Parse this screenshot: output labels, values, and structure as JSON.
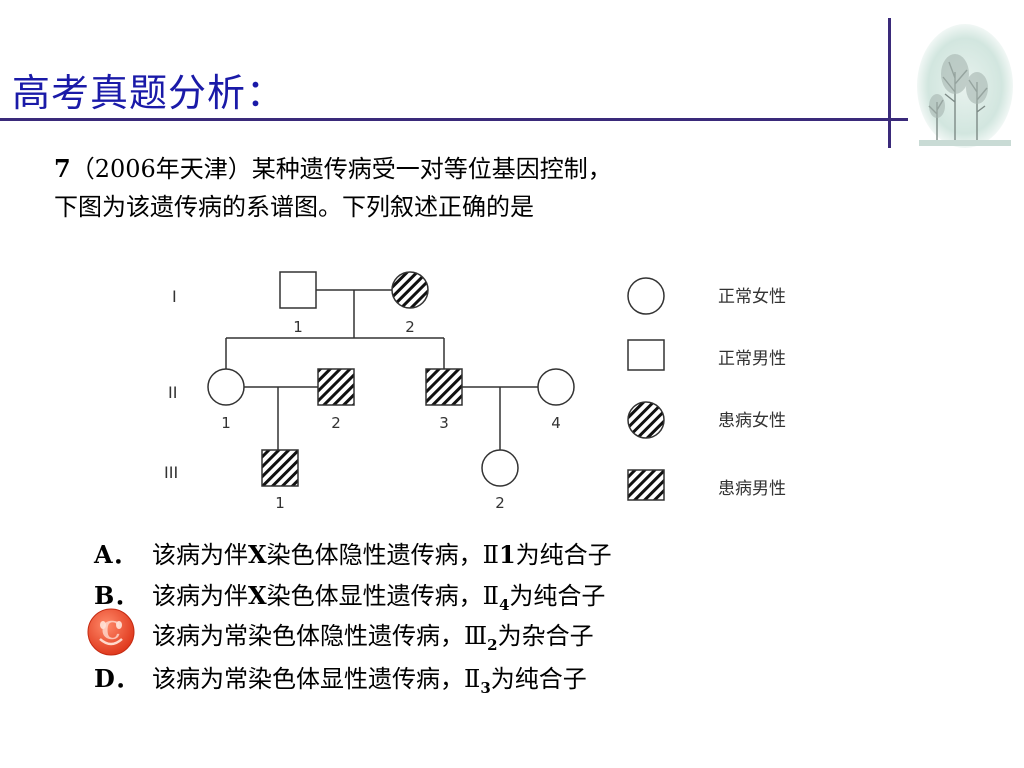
{
  "slide": {
    "title": "高考真题分析："
  },
  "question": {
    "number": "7",
    "source": "（2006年天津）",
    "text1": "某种遗传病受一对等位基因控制，",
    "text2": "下图为该遗传病的系谱图。下列叙述正确的是"
  },
  "pedigree": {
    "generations": [
      "I",
      "II",
      "III"
    ],
    "gen1_labels": [
      "1",
      "2"
    ],
    "gen2_labels": [
      "1",
      "2",
      "3",
      "4"
    ],
    "gen3_labels": [
      "1",
      "2"
    ],
    "legend": [
      "正常女性",
      "正常男性",
      "患病女性",
      "患病男性"
    ]
  },
  "options": {
    "a": {
      "letter": "A．",
      "pre": "该病为伴",
      "x": "X",
      "mid": "染色体隐性遗传病，Ⅱ",
      "num": "1",
      "post": "为纯合子"
    },
    "b": {
      "letter": "B．",
      "pre": "该病为伴",
      "x": "X",
      "mid": "染色体显性遗传病，Ⅱ",
      "sub": "4",
      "post": "为纯合子"
    },
    "c": {
      "letter": "C．",
      "text": "该病为常染色体隐性遗传病，Ⅲ",
      "sub": "2",
      "post": "为杂合子"
    },
    "d": {
      "letter": "D．",
      "text": "该病为常染色体显性遗传病，Ⅱ",
      "sub": "3",
      "post": "为纯合子"
    }
  },
  "answer_marker": {
    "letter": "C"
  },
  "colors": {
    "title": "#1a1aa8",
    "rule": "#3a2a7a",
    "marker": "#e8452a"
  }
}
